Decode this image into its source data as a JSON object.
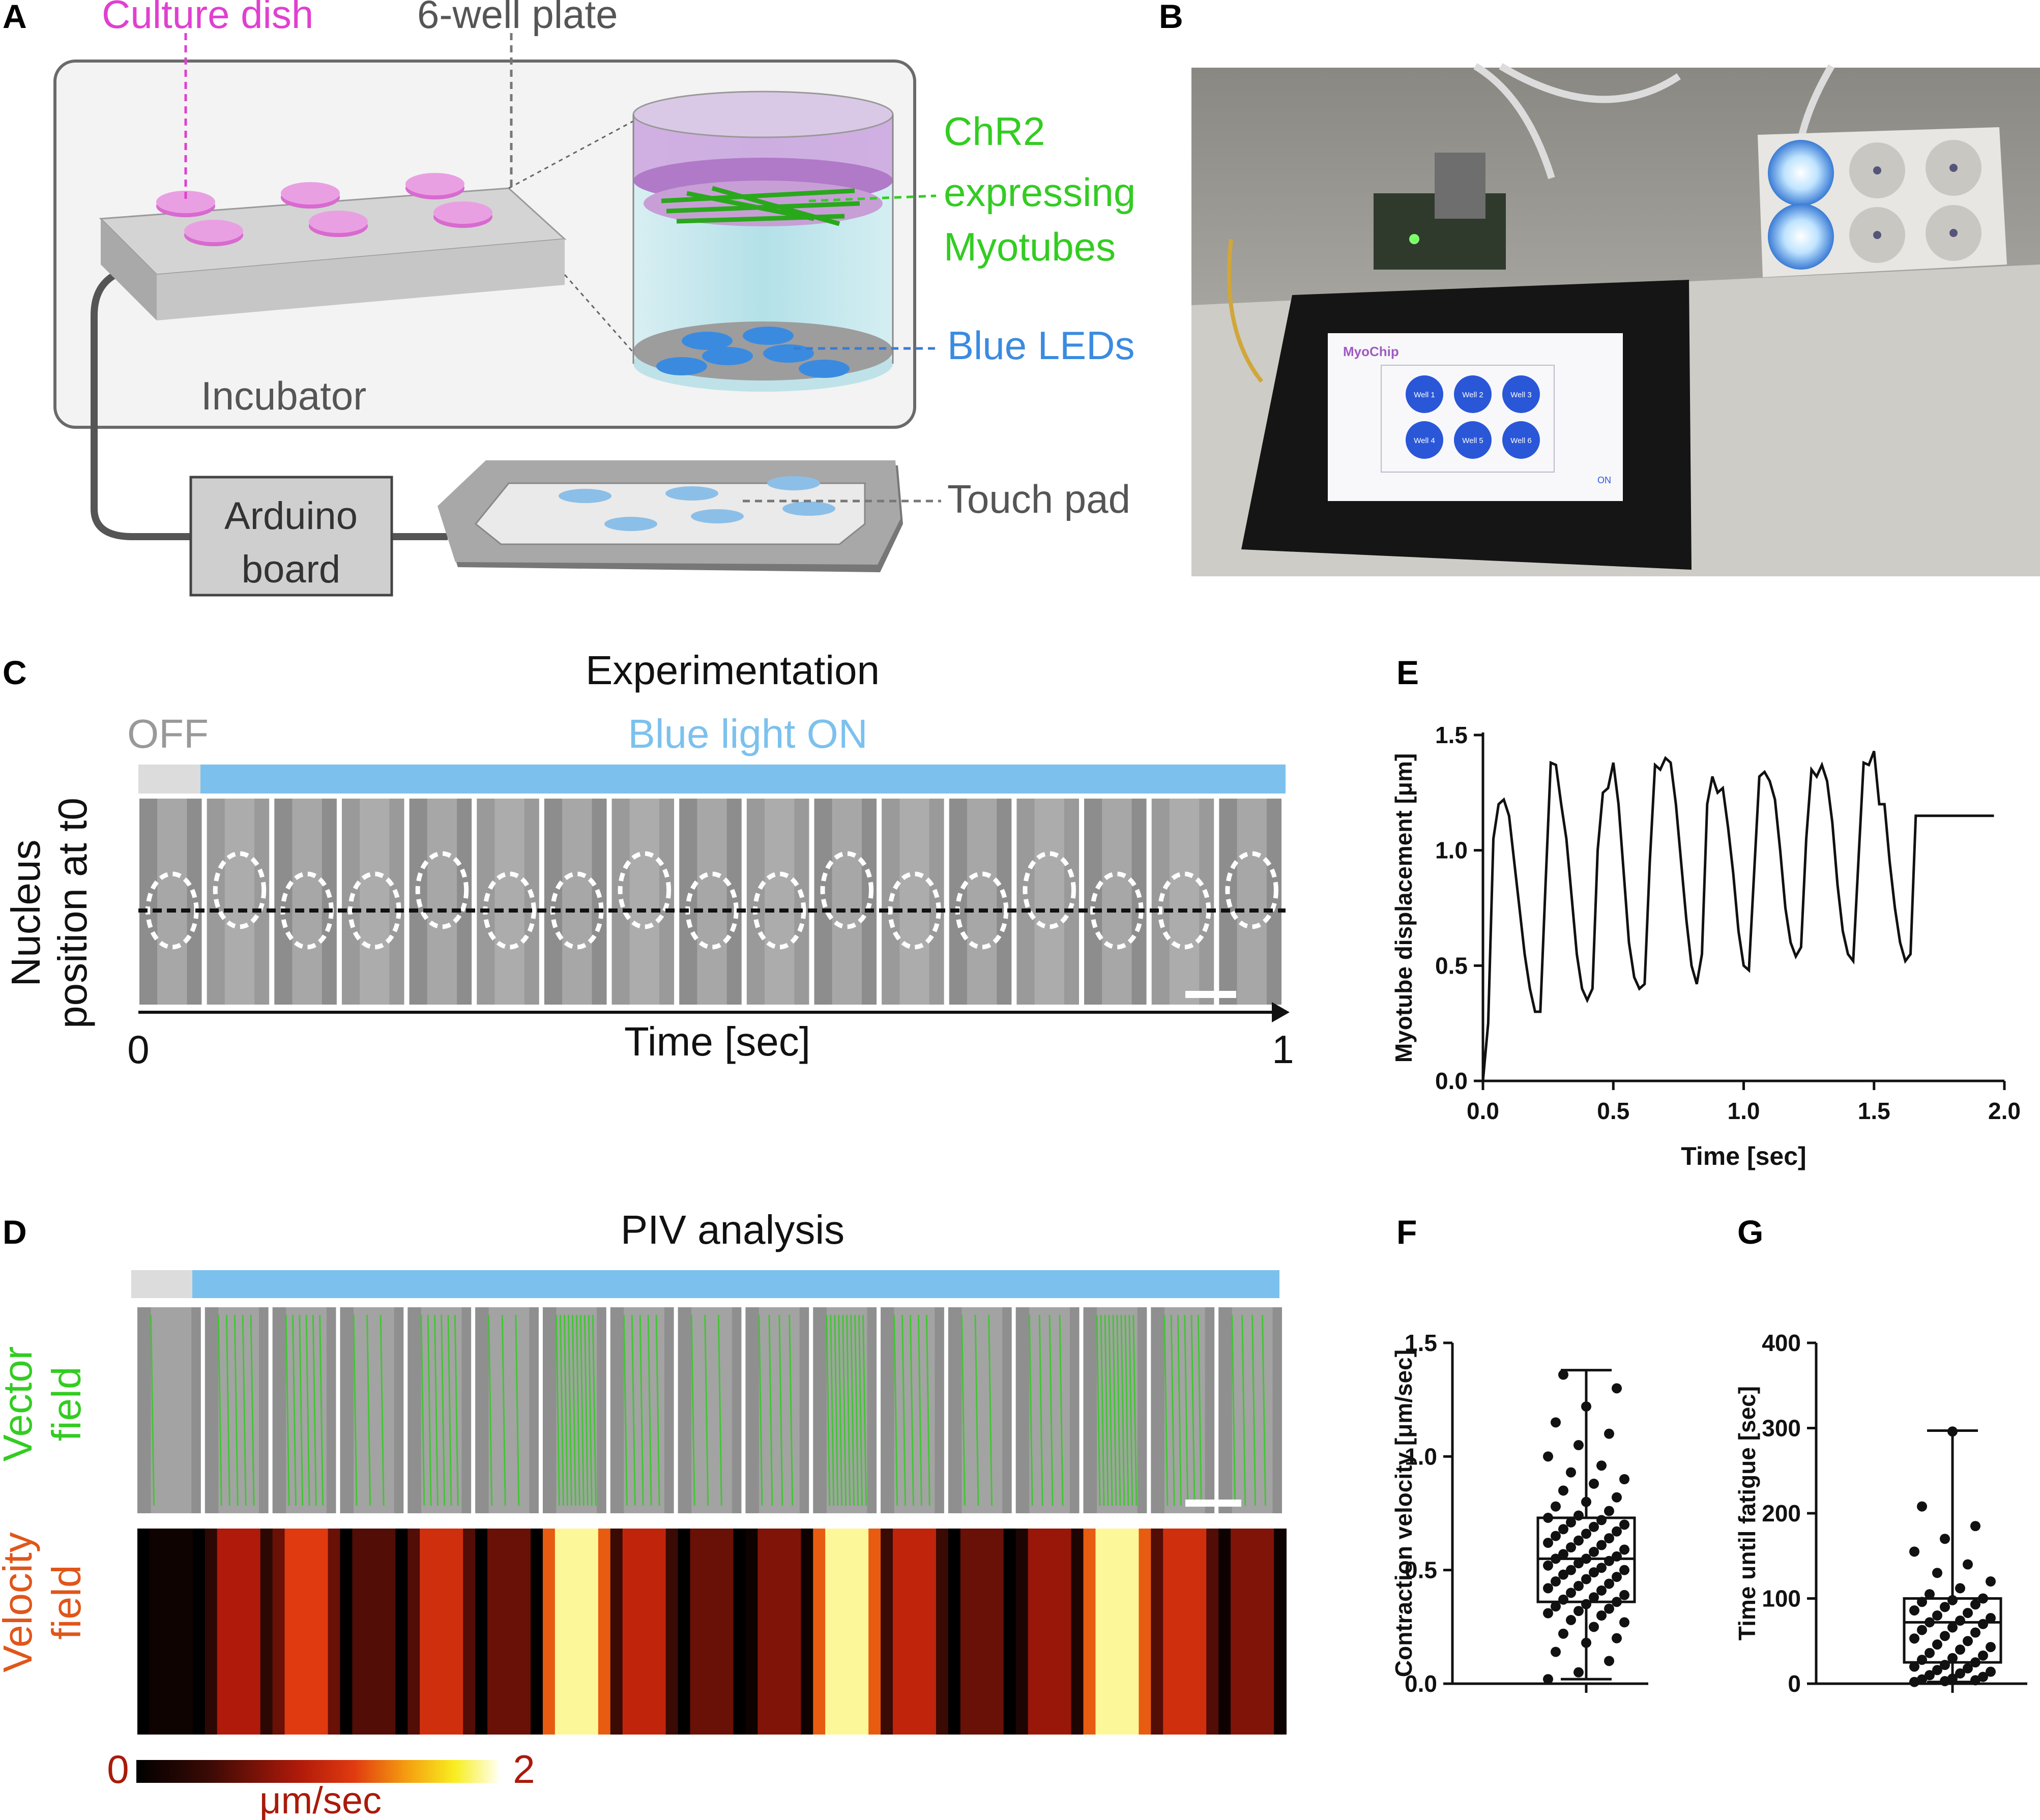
{
  "panels": {
    "a": {
      "letter": "A",
      "culture_dish": "Culture dish",
      "well_plate": "6-well plate",
      "chr2_1": "ChR2",
      "chr2_2": "expressing",
      "chr2_3": "Myotubes",
      "blue_leds": "Blue LEDs",
      "incubator": "Incubator",
      "arduino_1": "Arduino",
      "arduino_2": "board",
      "touch_pad": "Touch pad"
    },
    "b": {
      "letter": "B",
      "screen_brand": "MyoChip",
      "wells": [
        "Well 1",
        "Well 2",
        "Well 3",
        "Well 4",
        "Well 5",
        "Well 6"
      ],
      "on_label": "ON"
    },
    "c": {
      "letter": "C",
      "title": "Experimentation",
      "off": "OFF",
      "on": "Blue light ON",
      "ylabel_1": "Nucleus",
      "ylabel_2": "position at t0",
      "xlabel": "Time [sec]",
      "x_start": "0",
      "x_end": "1"
    },
    "d": {
      "letter": "D",
      "title": "PIV analysis",
      "vector_1": "Vector",
      "vector_2": "field",
      "velocity_1": "Velocity",
      "velocity_2": "field",
      "cbar_min": "0",
      "cbar_max": "2",
      "cbar_unit": "μm/sec",
      "frame_intensity": [
        0.05,
        0.45,
        0.6,
        0.25,
        0.55,
        0.3,
        0.95,
        0.5,
        0.3,
        0.35,
        0.95,
        0.5,
        0.3,
        0.4,
        0.95,
        0.55,
        0.35
      ]
    },
    "e": {
      "letter": "E"
    },
    "f": {
      "letter": "F"
    },
    "g": {
      "letter": "G"
    }
  },
  "colors": {
    "accent_blue": "#7cc1ee",
    "off_gray": "#dcdcdc",
    "pink": "#e040d0",
    "green": "#33cc22",
    "led_blue": "#3a8be0"
  },
  "chart_data": [
    {
      "id": "E",
      "type": "line",
      "xlabel": "Time [sec]",
      "ylabel": "Myotube displacement [μm]",
      "xlim": [
        0,
        2.0
      ],
      "ylim": [
        0,
        1.5
      ],
      "xticks": [
        "0.0",
        "0.5",
        "1.0",
        "1.5",
        "2.0"
      ],
      "yticks": [
        "0.0",
        "0.5",
        "1.0",
        "1.5"
      ],
      "x": [
        0,
        0.02,
        0.04,
        0.06,
        0.08,
        0.1,
        0.12,
        0.14,
        0.16,
        0.18,
        0.2,
        0.22,
        0.24,
        0.26,
        0.28,
        0.3,
        0.32,
        0.34,
        0.36,
        0.38,
        0.4,
        0.42,
        0.44,
        0.46,
        0.48,
        0.5,
        0.52,
        0.54,
        0.56,
        0.58,
        0.6,
        0.62,
        0.64,
        0.66,
        0.68,
        0.7,
        0.72,
        0.74,
        0.76,
        0.78,
        0.8,
        0.82,
        0.84,
        0.86,
        0.88,
        0.9,
        0.92,
        0.94,
        0.96,
        0.98,
        1.0,
        1.02,
        1.04,
        1.06,
        1.08,
        1.1,
        1.12,
        1.14,
        1.16,
        1.18,
        1.2,
        1.22,
        1.24,
        1.26,
        1.28,
        1.3,
        1.32,
        1.34,
        1.36,
        1.38,
        1.4,
        1.42,
        1.44,
        1.46,
        1.48,
        1.5,
        1.52,
        1.54,
        1.56,
        1.58,
        1.6,
        1.62,
        1.64,
        1.66,
        1.68,
        1.7,
        1.72,
        1.74,
        1.76,
        1.78,
        1.8,
        1.82,
        1.84,
        1.86,
        1.88,
        1.9,
        1.92,
        1.94,
        1.96
      ],
      "y": [
        0.0,
        0.25,
        1.05,
        1.2,
        1.22,
        1.15,
        0.95,
        0.75,
        0.55,
        0.4,
        0.3,
        0.3,
        0.85,
        1.38,
        1.37,
        1.2,
        1.05,
        0.8,
        0.55,
        0.4,
        0.35,
        0.4,
        1.0,
        1.25,
        1.27,
        1.38,
        1.2,
        0.9,
        0.6,
        0.45,
        0.4,
        0.42,
        0.95,
        1.37,
        1.35,
        1.4,
        1.38,
        1.2,
        0.95,
        0.7,
        0.5,
        0.42,
        0.55,
        1.2,
        1.32,
        1.25,
        1.27,
        1.1,
        0.9,
        0.65,
        0.5,
        0.48,
        0.9,
        1.32,
        1.34,
        1.3,
        1.22,
        1.0,
        0.75,
        0.6,
        0.54,
        0.58,
        1.05,
        1.35,
        1.32,
        1.37,
        1.3,
        1.12,
        0.85,
        0.65,
        0.55,
        0.52,
        0.95,
        1.38,
        1.37,
        1.43,
        1.2,
        1.2,
        0.95,
        0.75,
        0.6,
        0.52,
        0.55,
        1.15,
        1.15,
        1.15,
        1.15,
        1.15,
        1.15,
        1.15,
        1.15,
        1.15,
        1.15,
        1.15,
        1.15,
        1.15,
        1.15,
        1.15,
        1.15
      ]
    },
    {
      "id": "F",
      "type": "box",
      "ylabel": "Contraction velocity [μm/sec]",
      "ylim": [
        0,
        1.5
      ],
      "yticks": [
        "0.0",
        "0.5",
        "1.0",
        "1.5"
      ],
      "box": {
        "min": 0.02,
        "q1": 0.36,
        "median": 0.55,
        "q3": 0.73,
        "max": 1.38
      },
      "points": [
        0.02,
        0.05,
        0.1,
        0.14,
        0.18,
        0.2,
        0.22,
        0.25,
        0.27,
        0.28,
        0.3,
        0.31,
        0.32,
        0.33,
        0.34,
        0.35,
        0.36,
        0.37,
        0.38,
        0.39,
        0.4,
        0.41,
        0.42,
        0.43,
        0.44,
        0.45,
        0.46,
        0.47,
        0.48,
        0.49,
        0.5,
        0.5,
        0.51,
        0.52,
        0.53,
        0.54,
        0.55,
        0.55,
        0.56,
        0.57,
        0.58,
        0.59,
        0.6,
        0.61,
        0.62,
        0.63,
        0.64,
        0.65,
        0.66,
        0.67,
        0.68,
        0.69,
        0.7,
        0.71,
        0.72,
        0.73,
        0.74,
        0.76,
        0.78,
        0.8,
        0.82,
        0.85,
        0.88,
        0.9,
        0.93,
        0.96,
        1.0,
        1.05,
        1.1,
        1.15,
        1.22,
        1.3,
        1.36
      ]
    },
    {
      "id": "G",
      "type": "box",
      "ylabel": "Time until fatigue [sec]",
      "ylim": [
        0,
        400
      ],
      "yticks": [
        "0",
        "100",
        "200",
        "300",
        "400"
      ],
      "box": {
        "min": 2,
        "q1": 25,
        "median": 72,
        "q3": 100,
        "max": 297
      },
      "points": [
        2,
        3,
        4,
        5,
        6,
        8,
        10,
        12,
        14,
        16,
        18,
        20,
        22,
        25,
        28,
        30,
        33,
        36,
        40,
        43,
        46,
        50,
        53,
        56,
        60,
        63,
        66,
        70,
        72,
        74,
        77,
        80,
        83,
        86,
        90,
        93,
        96,
        98,
        100,
        105,
        112,
        120,
        130,
        140,
        155,
        170,
        185,
        208,
        296
      ]
    }
  ]
}
